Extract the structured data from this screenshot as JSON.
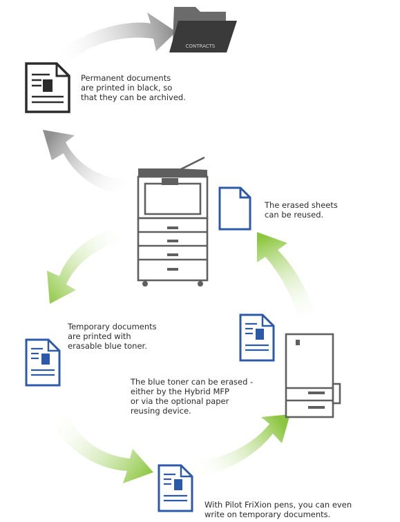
{
  "folder_label": "CONTRACTS",
  "captions": {
    "permanent": [
      "Permanent documents",
      "are printed in black, so",
      "that they can be archived."
    ],
    "reused": [
      "The erased sheets",
      "can be reused."
    ],
    "temporary": [
      "Temporary documents",
      "are printed with",
      "erasable blue toner."
    ],
    "erased": [
      "The blue toner can be erased -",
      "either by the Hybrid MFP",
      "or via the optional paper",
      "reusing device."
    ],
    "frixion": [
      "With Pilot FriXion pens, you can even",
      "write on temporary documents."
    ]
  },
  "colors": {
    "document_black": "#2b2b2b",
    "document_blue": "#2c5aa8",
    "arrow_gray": "#8f8f8f",
    "arrow_green": "#8cc63f",
    "machine": "#5f5f5f"
  },
  "icons": [
    "folder-icon",
    "document-icon",
    "blank-sheet-icon",
    "mfp-printer-icon",
    "paper-reuse-device-icon"
  ]
}
